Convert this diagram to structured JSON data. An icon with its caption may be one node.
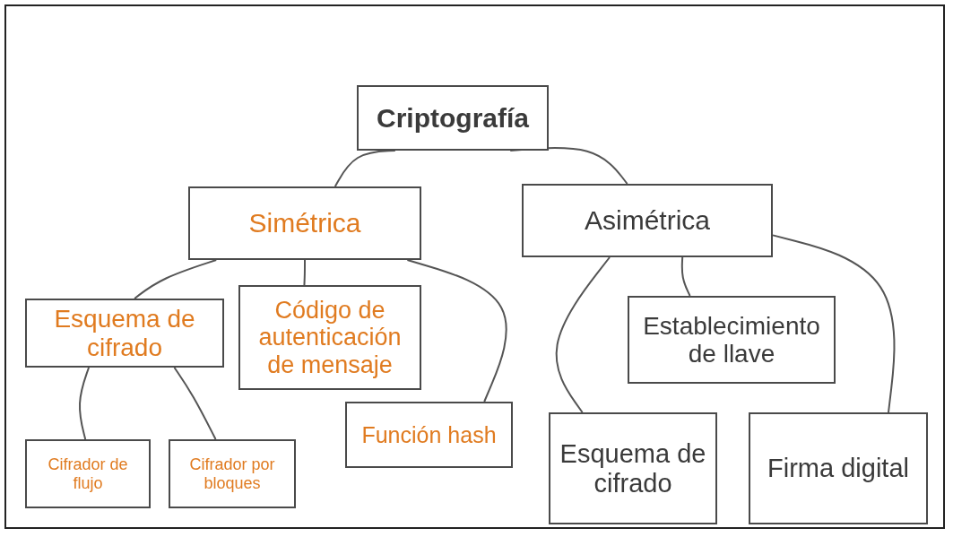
{
  "diagram": {
    "nodes": [
      {
        "text": [
          "Criptografía"
        ]
      },
      {
        "text": [
          "Simétrica"
        ]
      },
      {
        "text": [
          "Asimétrica"
        ]
      },
      {
        "text": [
          "Esquema de cifrado"
        ]
      },
      {
        "text": [
          "Código de autenticación de mensaje"
        ]
      },
      {
        "text": [
          "Función hash"
        ]
      },
      {
        "text": [
          "Cifrador de flujo"
        ]
      },
      {
        "text": [
          "Cifrador por bloques"
        ]
      },
      {
        "text": [
          "Establecimiento de llave"
        ]
      },
      {
        "text": [
          "Esquema de cifrado"
        ]
      },
      {
        "text": [
          "Firma digital"
        ]
      }
    ],
    "edges": [
      {
        "from": 0,
        "to": 1,
        "arrow": "none"
      },
      {
        "from": 0,
        "to": 2,
        "arrow": "none"
      },
      {
        "from": 1,
        "to": 3,
        "arrow": "none"
      },
      {
        "from": 1,
        "to": 4,
        "arrow": "none"
      },
      {
        "from": 1,
        "to": 5,
        "arrow": "none"
      },
      {
        "from": 3,
        "to": 6,
        "arrow": "none"
      },
      {
        "from": 3,
        "to": 7,
        "arrow": "none"
      },
      {
        "from": 2,
        "to": 8,
        "arrow": "none"
      },
      {
        "from": 2,
        "to": 9,
        "arrow": "none"
      },
      {
        "from": 2,
        "to": 10,
        "arrow": "none"
      }
    ]
  }
}
